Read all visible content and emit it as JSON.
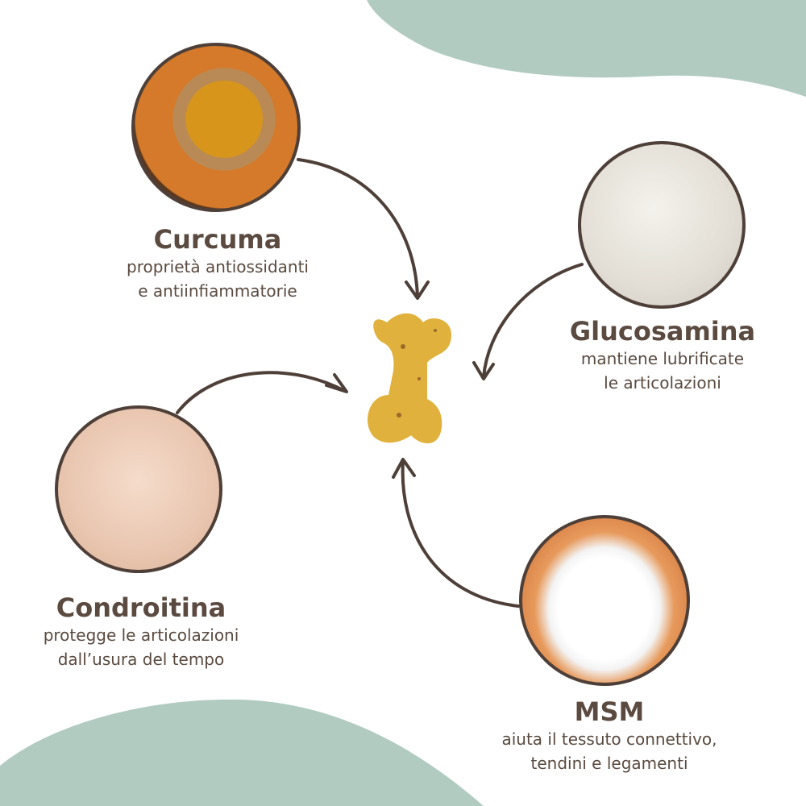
{
  "colors": {
    "accent": "#b1cbc1",
    "text": "#5a4a40",
    "arrow": "#4e4039"
  },
  "ingredients": [
    {
      "name": "Curcuma",
      "line1": "proprietà antiossidanti",
      "line2": "e antiinfiammatorie"
    },
    {
      "name": "Glucosamina",
      "line1": "mantiene lubrificate",
      "line2": "le articolazioni"
    },
    {
      "name": "Condroitina",
      "line1": "protegge le articolazioni",
      "line2": "dall’usura del tempo"
    },
    {
      "name": "MSM",
      "line1": "aiuta il tessuto connettivo,",
      "line2": "tendini e legamenti"
    }
  ]
}
